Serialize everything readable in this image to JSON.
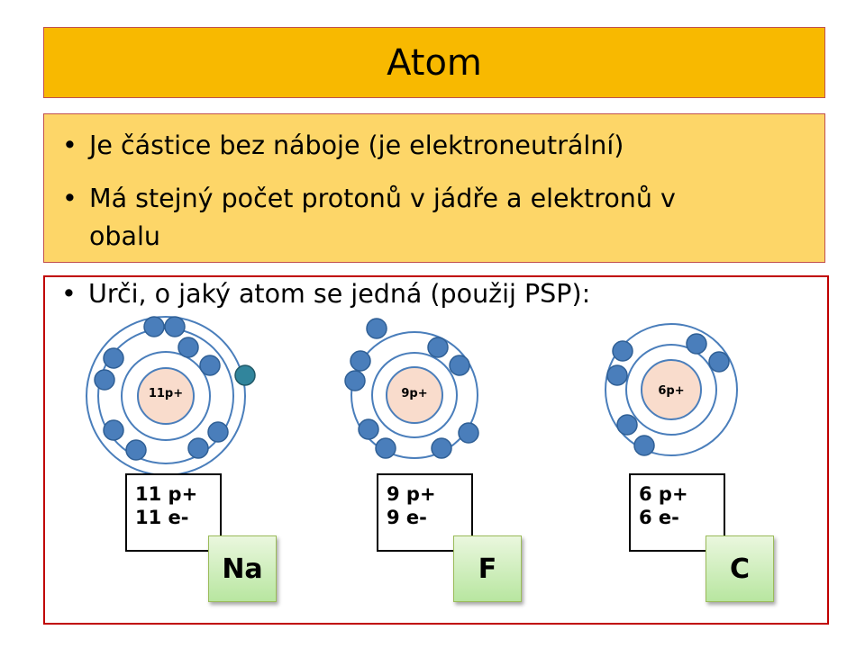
{
  "title": "Atom",
  "bullets": [
    {
      "symbol": "•",
      "text": "Je částice bez náboje (je elektroneutrální)"
    },
    {
      "symbol": "•",
      "text": "Má stejný počet protonů v jádře a elektronů v"
    },
    {
      "symbol": "",
      "text": "obalu"
    }
  ],
  "task": {
    "symbol": "•",
    "text": "Urči, o jaký atom se jedná (použij PSP):"
  },
  "atoms": [
    {
      "nucleus": "11p+",
      "protons": "11 p+",
      "electrons": "11 e-",
      "element": "Na"
    },
    {
      "nucleus": "9p+",
      "protons": "9 p+",
      "electrons": "9 e-",
      "element": "F"
    },
    {
      "nucleus": "6p+",
      "protons": "6 p+",
      "electrons": "6 e-",
      "element": "C"
    }
  ],
  "colors": {
    "title_bg": "#f8b900",
    "bullet_bg": "#fdd668",
    "frame": "#c00000",
    "electron": "#4a7ebb",
    "valence_electron": "#31859c",
    "nucleus": "#f9dccc",
    "shell": "#4a7ebb",
    "element_button": "#b8e6a0"
  }
}
